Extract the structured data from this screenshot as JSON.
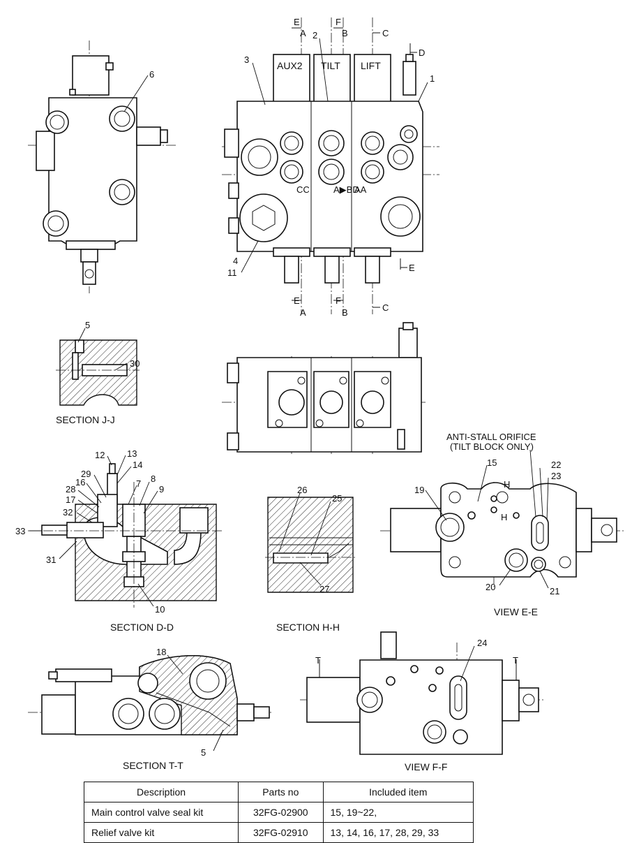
{
  "callouts": {
    "n1": "1",
    "n2": "2",
    "n3": "3",
    "n4": "4",
    "n5": "5",
    "n6": "6",
    "n7": "7",
    "n8": "8",
    "n9": "9",
    "n10": "10",
    "n11": "11",
    "n12": "12",
    "n13": "13",
    "n14": "14",
    "n15": "15",
    "n16": "16",
    "n17": "17",
    "n18": "18",
    "n19": "19",
    "n20": "20",
    "n21": "21",
    "n22": "22",
    "n23": "23",
    "n24": "24",
    "n25": "25",
    "n26": "26",
    "n27": "27",
    "n28": "28",
    "n29": "29",
    "n30": "30",
    "n31": "31",
    "n32": "32",
    "n33": "33",
    "n5b": "5"
  },
  "section_marks": {
    "a": "A",
    "b": "B",
    "c": "C",
    "d": "D",
    "e": "E",
    "f": "F",
    "t": "T",
    "h": "H"
  },
  "spool_labels": {
    "aux2": "AUX2",
    "tilt": "TILT",
    "lift": "LIFT"
  },
  "port_marks": {
    "cc": "CC",
    "abd": "A▶BD",
    "aa": "AA"
  },
  "captions": {
    "section_jj": "SECTION J-J",
    "section_dd": "SECTION D-D",
    "section_hh": "SECTION H-H",
    "view_ee": "VIEW E-E",
    "section_tt": "SECTION T-T",
    "view_ff": "VIEW F-F"
  },
  "note": {
    "line1": "ANTI-STALL ORIFICE",
    "line2": "(TILT BLOCK ONLY)"
  },
  "table": {
    "headers": [
      "Description",
      "Parts no",
      "Included item"
    ],
    "rows": [
      [
        "Main control valve seal kit",
        "32FG-02900",
        "15, 19~22,"
      ],
      [
        "Relief valve kit",
        "32FG-02910",
        "13, 14, 16, 17, 28, 29, 33"
      ]
    ]
  }
}
